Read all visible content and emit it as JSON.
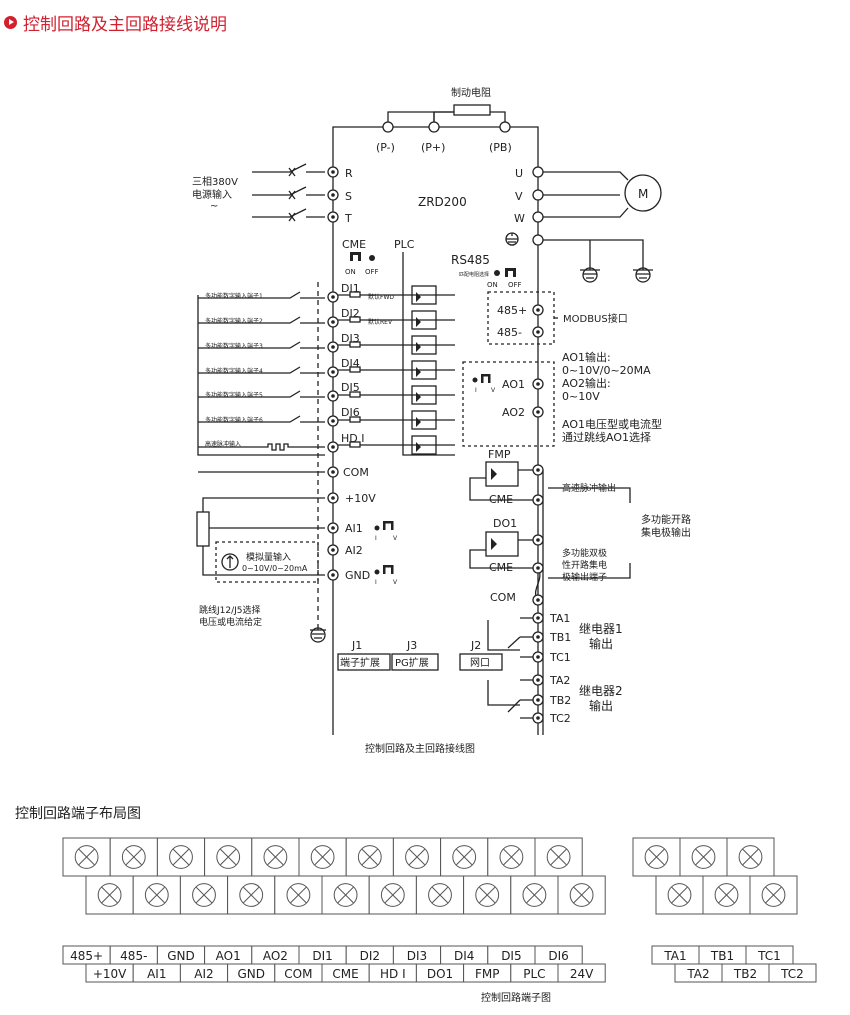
{
  "header": {
    "title": "控制回路及主回路接线说明"
  },
  "diagram": {
    "brake_resistor": "制动电阻",
    "bus_labels": [
      "(P-)",
      "(P+)",
      "(PB)"
    ],
    "model": "ZRD200",
    "power_input": {
      "line1": "三相380V",
      "line2": "电源输入",
      "line3": "~"
    },
    "input_terms": [
      "R",
      "S",
      "T"
    ],
    "output_terms": [
      "U",
      "V",
      "W"
    ],
    "motor": "M",
    "cme": "CME",
    "plc": "PLC",
    "on": "ON",
    "off": "OFF",
    "rs485": "RS485",
    "rs485_note": "匹配电阻选择",
    "di_terms": [
      "DI1",
      "DI2",
      "DI3",
      "DI4",
      "DI5",
      "DI6",
      "HD I",
      "COM"
    ],
    "di_side": [
      "默认FWD",
      "默认REV"
    ],
    "di_inputs": [
      "多功能数字输入端子1",
      "多功能数字输入端子2",
      "多功能数字输入端子3",
      "多功能数字输入端子4",
      "多功能数字输入端子5",
      "多功能数字输入端子6",
      "高速脉冲输入"
    ],
    "analog_terms": [
      "+10V",
      "AI1",
      "AI2",
      "GND"
    ],
    "analog_label": {
      "line1": "模拟量输入",
      "line2": "0~10V/0~20mA"
    },
    "jumper_note": {
      "line1": "跳线J12/J5选择",
      "line2": "电压或电流给定"
    },
    "ivsym": [
      "I",
      "V"
    ],
    "modbus_terms": [
      "485+",
      "485-"
    ],
    "modbus_label": "MODBUS接口",
    "ao_terms": [
      "AO1",
      "AO2"
    ],
    "ao_desc": [
      "AO1输出:",
      "0~10V/0~20MA",
      "AO2输出:",
      "0~10V"
    ],
    "ao_note": [
      "AO1电压型或电流型",
      "通过跳线AO1选择"
    ],
    "fmp": "FMP",
    "cme_out": "CME",
    "hs_out": "高速脉冲输出",
    "do1": "DO1",
    "cme2": "CME",
    "oc_out": [
      "多功能开路",
      "集电极输出"
    ],
    "do_desc": [
      "多功能双极",
      "性开路集电",
      "极输出端子"
    ],
    "com2": "COM",
    "relay1_terms": [
      "TA1",
      "TB1",
      "TC1"
    ],
    "relay1_label": [
      "继电器1",
      "输出"
    ],
    "relay2_terms": [
      "TA2",
      "TB2",
      "TC2"
    ],
    "relay2_label": [
      "继电器2",
      "输出"
    ],
    "jumpers": [
      "J1",
      "J3",
      "J2"
    ],
    "jumper_boxes": [
      "端子扩展",
      "PG扩展",
      "网口"
    ],
    "caption": "控制回路及主回路接线图"
  },
  "section2": {
    "title": "控制回路端子布局图"
  },
  "layout": {
    "top_row1": [
      "485+",
      "485-",
      "GND",
      "AO1",
      "AO2",
      "DI1",
      "DI2",
      "DI3",
      "DI4",
      "DI5",
      "DI6"
    ],
    "top_row2": [
      "+10V",
      "AI1",
      "AI2",
      "GND",
      "COM",
      "CME",
      "HD I",
      "DO1",
      "FMP",
      "PLC",
      "24V"
    ],
    "relay_row1": [
      "TA1",
      "TB1",
      "TC1"
    ],
    "relay_row2": [
      "TA2",
      "TB2",
      "TC2"
    ],
    "caption": "控制回路端子图"
  }
}
